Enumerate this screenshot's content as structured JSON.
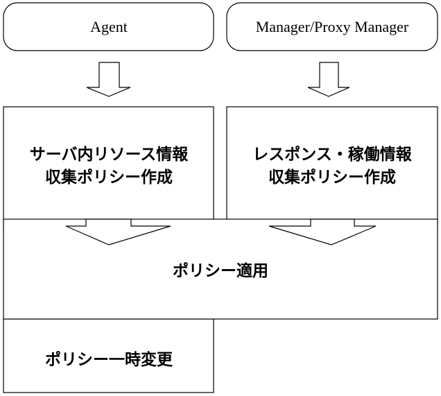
{
  "actors": {
    "agent": "Agent",
    "manager": "Manager/Proxy Manager"
  },
  "steps": {
    "server_policy": [
      "サーバ内リソース情報",
      "収集ポリシー作成"
    ],
    "response_policy": [
      "レスポンス・稼働情報",
      "収集ポリシー作成"
    ],
    "apply_policy": "ポリシー適用",
    "temp_change": "ポリシー一時変更"
  }
}
